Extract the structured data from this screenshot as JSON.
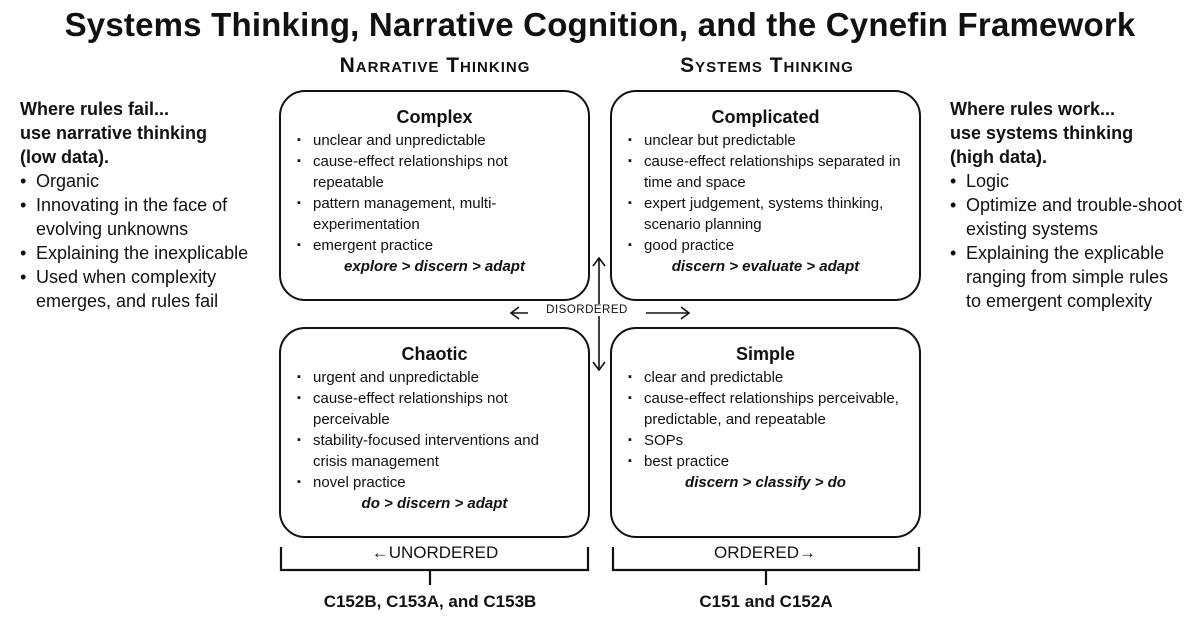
{
  "title": "Systems Thinking, Narrative Cognition, and the Cynefin Framework",
  "columns": {
    "left": "Narrative Thinking",
    "right": "Systems Thinking"
  },
  "left_panel": {
    "heading": [
      "Where rules fail...",
      "use narrative thinking",
      "(low data)."
    ],
    "items": [
      "Organic",
      "Innovating in the face of evolving unknowns",
      "Explaining the inexplicable",
      "Used when complexity emerges, and rules fail"
    ]
  },
  "right_panel": {
    "heading": [
      "Where rules work...",
      "use systems thinking",
      "(high data)."
    ],
    "items": [
      "Logic",
      "Optimize and trouble-shoot existing systems",
      "Explaining the explicable ranging from simple rules to emergent complexity"
    ]
  },
  "domains": {
    "complex": {
      "title": "Complex",
      "items": [
        "unclear and unpredictable",
        "cause-effect relationships not repeatable",
        "pattern management, multi-experimentation",
        "emergent practice"
      ],
      "sequence": "explore > discern > adapt"
    },
    "complicated": {
      "title": "Complicated",
      "items": [
        "unclear but predictable",
        "cause-effect relationships separated in time and space",
        "expert judgement, systems thinking, scenario planning",
        "good practice"
      ],
      "sequence": "discern > evaluate > adapt"
    },
    "chaotic": {
      "title": "Chaotic",
      "items": [
        "urgent and unpredictable",
        "cause-effect relationships not perceivable",
        "stability-focused interventions and crisis management",
        "novel practice"
      ],
      "sequence": "do > discern > adapt"
    },
    "simple": {
      "title": "Simple",
      "items": [
        "clear and predictable",
        "cause-effect relationships perceivable, predictable, and repeatable",
        "SOPs",
        "best practice"
      ],
      "sequence": "discern > classify > do"
    }
  },
  "center_label": "DISORDERED",
  "bottom": {
    "left_label": "UNORDERED",
    "right_label": "ORDERED",
    "left_codes": "C152B, C153A, and C153B",
    "right_codes": "C151 and C152A"
  }
}
